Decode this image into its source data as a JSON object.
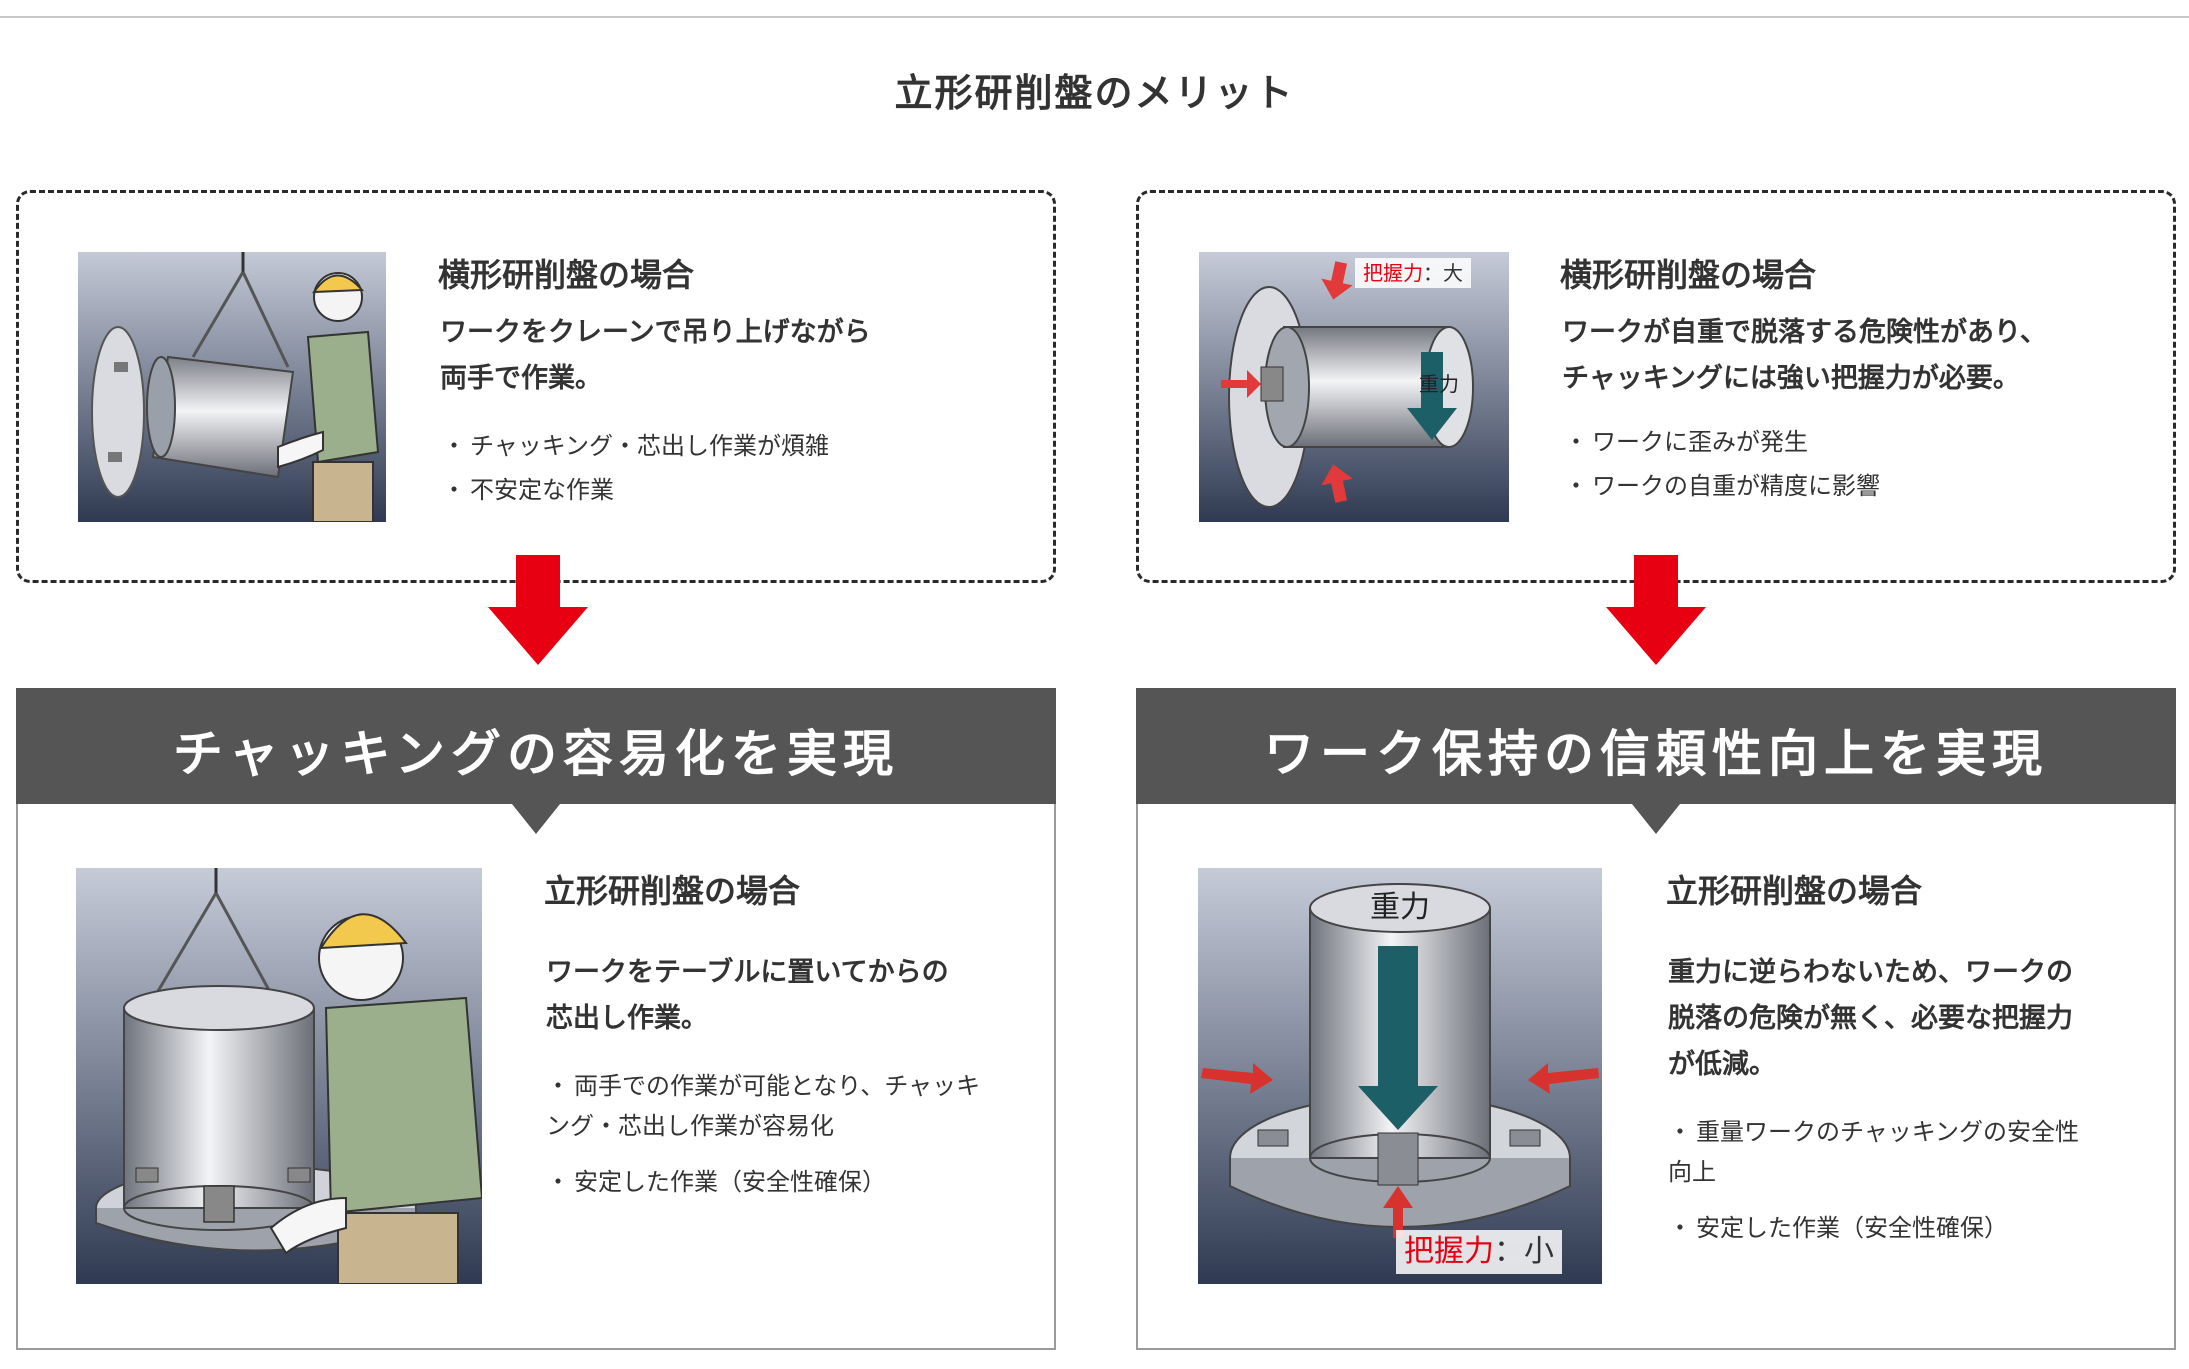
{
  "title": "立形研削盤のメリット",
  "left": {
    "top_heading": "横形研削盤の場合",
    "top_desc": "ワークをクレーンで吊り上げながら\n両手で作業。",
    "top_bullets": [
      "チャッキング・芯出し作業が煩雑",
      "不安定な作業"
    ],
    "banner": "チャッキングの容易化を実現",
    "bottom_heading": "立形研削盤の場合",
    "bottom_desc": "ワークをテーブルに置いてからの\n芯出し作業。",
    "bottom_bullets": [
      "両手での作業が可能となり、チャッキ\nング・芯出し作業が容易化",
      "安定した作業（安全性確保）"
    ]
  },
  "right": {
    "top_heading": "横形研削盤の場合",
    "top_desc": "ワークが自重で脱落する危険性があり、\nチャッキングには強い把握力が必要。",
    "top_bullets": [
      "ワークに歪みが発生",
      "ワークの自重が精度に影響"
    ],
    "banner": "ワーク保持の信頼性向上を実現",
    "bottom_heading": "立形研削盤の場合",
    "bottom_desc": "重力に逆らわないため、ワークの\n脱落の危険が無く、必要な把握力\nが低減。",
    "bottom_bullets": [
      "重量ワークのチャッキングの安全性\n向上",
      "安定した作業（安全性確保）"
    ]
  },
  "image_labels": {
    "grip_strong_term": "把握力",
    "grip_strong_sep": "：",
    "grip_strong_value": "大",
    "gravity_top": "重力",
    "gravity_bottom": "重力",
    "grip_weak_term": "把握力",
    "grip_weak_sep": "：",
    "grip_weak_value": "小"
  },
  "colors": {
    "accent_red": "#e60012",
    "banner_gray": "#555555",
    "gravity_teal": "#1d5f66"
  }
}
